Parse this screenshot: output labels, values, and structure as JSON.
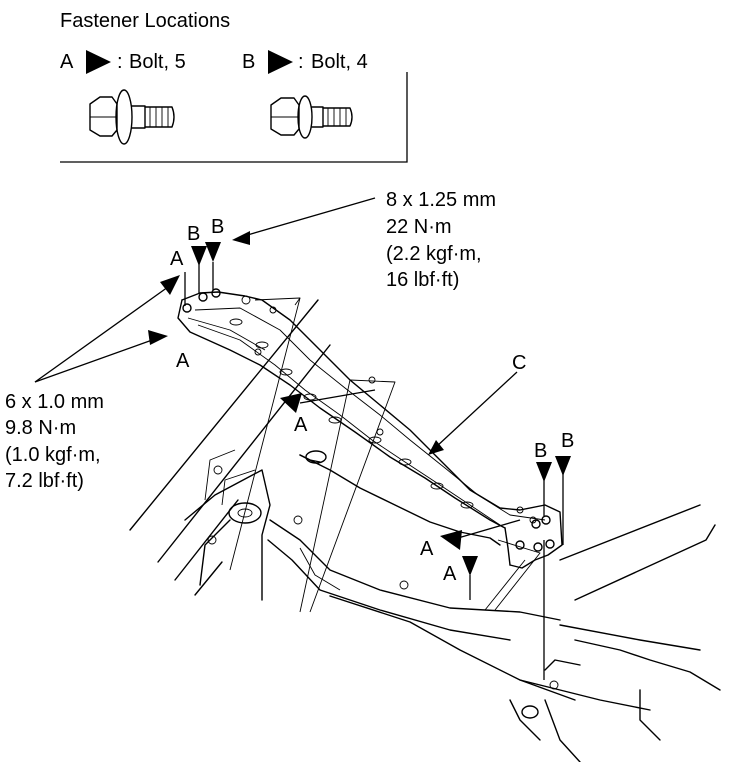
{
  "legend": {
    "title": "Fastener Locations",
    "items": [
      {
        "letter": "A",
        "separator": ":",
        "description": "Bolt, 5"
      },
      {
        "letter": "B",
        "separator": ":",
        "description": "Bolt, 4"
      }
    ]
  },
  "specs": {
    "upper": [
      "8 x 1.25 mm",
      "22 N·m",
      "(2.2 kgf·m,",
      "16 lbf·ft)"
    ],
    "left": [
      "6 x 1.0 mm",
      "9.8 N·m",
      "(1.0 kgf·m,",
      "7.2 lbf·ft)"
    ]
  },
  "callouts": {
    "part_c": "C",
    "a": "A",
    "b": "B"
  },
  "icons": {
    "arrow": "right-pointing-triangle",
    "bolt": "flanged-hex-bolt"
  }
}
